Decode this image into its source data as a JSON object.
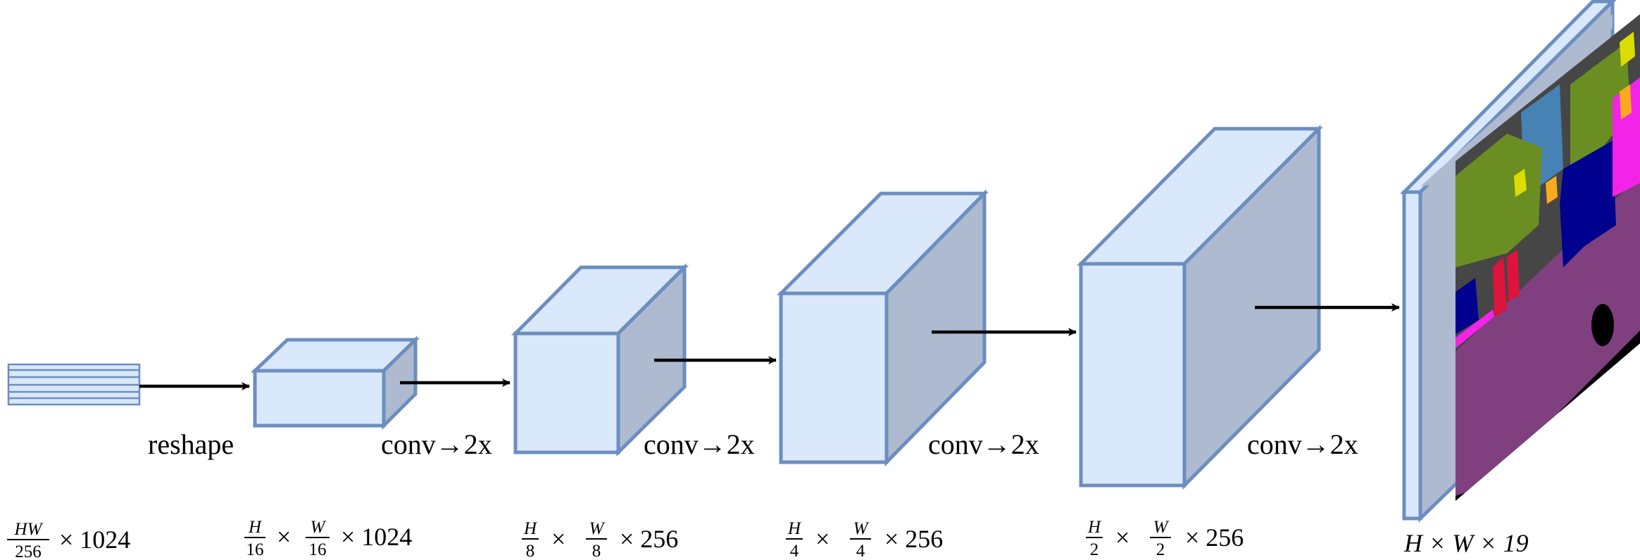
{
  "colors": {
    "box_fill": "#dae8fc",
    "box_side": "#adbad0",
    "box_stroke": "#6c8ebf",
    "arrow": "#000000",
    "seg_road": "#804080",
    "seg_building": "#464646",
    "seg_vegetation": "#6b8e23",
    "seg_car": "#00008e",
    "seg_sky": "#4682b4",
    "seg_person": "#dc143c",
    "seg_sidewalk": "#f423e8",
    "seg_sign": "#dcdc00",
    "seg_light": "#faaa1e"
  },
  "operations": {
    "reshape": "reshape",
    "conv1": "conv→2x",
    "conv2": "conv→2x",
    "conv3": "conv→2x",
    "conv4": "conv→2x"
  },
  "dims": {
    "d0": {
      "num": "HW",
      "den": "256",
      "rest": "× 1024"
    },
    "d1": {
      "a_num": "H",
      "a_den": "16",
      "b_num": "W",
      "b_den": "16",
      "rest": "× 1024"
    },
    "d2": {
      "a_num": "H",
      "a_den": "8",
      "b_num": "W",
      "b_den": "8",
      "rest": "× 256"
    },
    "d3": {
      "a_num": "H",
      "a_den": "4",
      "b_num": "W",
      "b_den": "4",
      "rest": "× 256"
    },
    "d4": {
      "a_num": "H",
      "a_den": "2",
      "b_num": "W",
      "b_den": "2",
      "rest": "× 256"
    },
    "d5": {
      "text": "H × W × 19"
    }
  },
  "times": "×"
}
